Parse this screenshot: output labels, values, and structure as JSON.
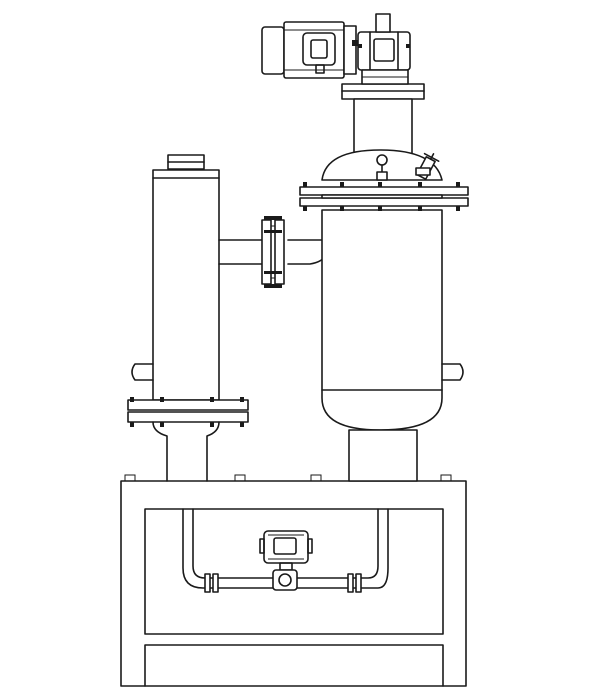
{
  "drawing": {
    "style": "line-drawing",
    "stroke_color": "#1a1a1a",
    "background": "#ffffff",
    "components": [
      "gear-motor",
      "drive-shaft-column",
      "filter-vessel",
      "vessel-top-flange",
      "lifting-eye",
      "vent-valve",
      "side-inlet-pipe",
      "side-outlet-stub",
      "bottom-outlet-pipe",
      "tall-filter-column",
      "connecting-pipe",
      "inline-pipe-flange",
      "column-bottom-flange",
      "base-frame",
      "drain-pipe-loop",
      "actuated-ball-valve"
    ]
  }
}
